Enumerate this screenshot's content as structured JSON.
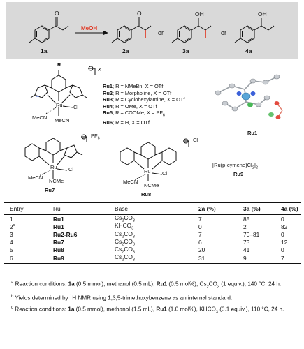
{
  "scheme": {
    "reagent": "MeOH",
    "compounds": [
      "1a",
      "2a",
      "3a",
      "4a"
    ],
    "or_word": "or"
  },
  "complexes": {
    "substituent": "R",
    "counterion": "X",
    "oh_label": "OH",
    "o_label": "O",
    "ru_label": "Ru",
    "cl_label": "Cl",
    "mecn_label": "MeCN",
    "ncme_label": "NCMe",
    "pf6_label": "PF",
    "pf6_sub": "6",
    "cl_anion": "Cl",
    "r_list": [
      {
        "id": "Ru1",
        "text": "; R = NMeBn, X = OTf"
      },
      {
        "id": "Ru2",
        "text": "; R = Morpholine, X = OTf"
      },
      {
        "id": "Ru3",
        "text": "; R = Cyclohexylamine, X = OTf"
      },
      {
        "id": "Ru4",
        "text": "; R = OMe, X = OTf"
      },
      {
        "id": "Ru5",
        "text": "; R = COOMe, X = PF"
      },
      {
        "id": "Ru6",
        "text": "; R = H, X = OTf"
      }
    ],
    "ru5_sub": "6",
    "crystal_label": "Ru1",
    "ru7_label": "Ru7",
    "ru8_label": "Ru8",
    "ru9_formula": "[Ru(p-cymene)Cl",
    "ru9_formula_tail": "]",
    "ru9_sub1": "2",
    "ru9_sub2": "2",
    "ru9_label": "Ru9"
  },
  "table": {
    "headers": [
      "Entry",
      "Ru",
      "Base",
      "2a (%)",
      "3a (%)",
      "4a (%)"
    ],
    "rows": [
      {
        "entry": "1",
        "sup": "",
        "ru": "Ru1",
        "base": "Cs",
        "base_sub1": "2",
        "base_mid": "CO",
        "base_sub2": "3",
        "y2a": "7",
        "y3a": "85",
        "y4a": "0"
      },
      {
        "entry": "2",
        "sup": "c",
        "ru": "Ru1",
        "base": "KHCO",
        "base_sub1": "",
        "base_mid": "",
        "base_sub2": "3",
        "y2a": "0",
        "y3a": "2",
        "y4a": "82"
      },
      {
        "entry": "3",
        "sup": "",
        "ru": "Ru2-Ru6",
        "base": "Cs",
        "base_sub1": "2",
        "base_mid": "CO",
        "base_sub2": "3",
        "y2a": "7",
        "y3a": "70–81",
        "y4a": "0"
      },
      {
        "entry": "4",
        "sup": "",
        "ru": "Ru7",
        "base": "Cs",
        "base_sub1": "2",
        "base_mid": "CO",
        "base_sub2": "3",
        "y2a": "6",
        "y3a": "73",
        "y4a": "12"
      },
      {
        "entry": "5",
        "sup": "",
        "ru": "Ru8",
        "base": "Cs",
        "base_sub1": "2",
        "base_mid": "CO",
        "base_sub2": "3",
        "y2a": "20",
        "y3a": "41",
        "y4a": "0"
      },
      {
        "entry": "6",
        "sup": "",
        "ru": "Ru9",
        "base": "Cs",
        "base_sub1": "2",
        "base_mid": "CO",
        "base_sub2": "3",
        "y2a": "31",
        "y3a": "9",
        "y4a": "7"
      }
    ]
  },
  "footnotes": {
    "a": {
      "mark": "a",
      "p1": " Reaction conditions: ",
      "b1": "1a",
      "p2": " (0.5 mmol), methanol (0.5 mL), ",
      "b2": "Ru1",
      "p3": " (0.5 mol%), Cs",
      "s1": "2",
      "p4": "CO",
      "s2": "3",
      "p5": " (1 equiv.), 140 °C, 24 h."
    },
    "b": {
      "mark": "b",
      "p1": " Yields determined by ",
      "sup1": "1",
      "p2": "H NMR using 1,3,5-trimethoxybenzene as an internal standard."
    },
    "c": {
      "mark": "c",
      "p1": " Reaction conditions: ",
      "b1": "1a",
      "p2": " (0.5 mmol), methanol (1.5 mL), ",
      "b2": "Ru1",
      "p3": " (1.0 mol%), KHCO",
      "s1": "3",
      "p4": " (0.1 equiv.), 110 °C, 24 h."
    }
  },
  "colors": {
    "scheme_bg": "#d9d9d9",
    "reagent": "#e0341f",
    "methyl_red": "#e0341f",
    "nitrogen_blue": "#2a4fc9"
  }
}
